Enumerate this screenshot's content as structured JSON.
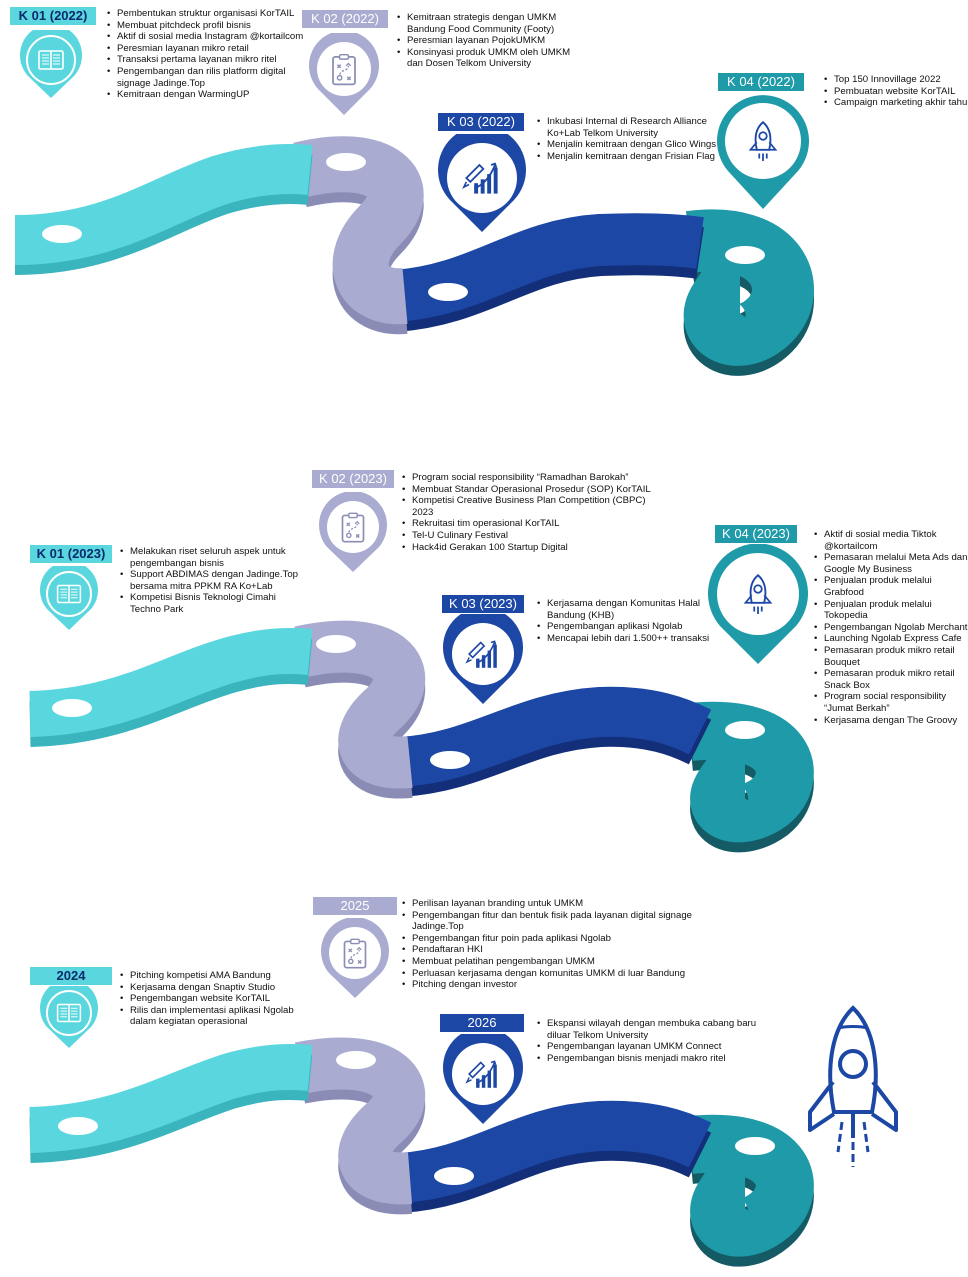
{
  "sections": [
    {
      "k1": {
        "label": "K 01 (2022)",
        "icon": "book-icon",
        "items": [
          "Pembentukan struktur organisasi KorTAIL",
          "Membuat pitchdeck profil bisnis",
          "Aktif di sosial media Instagram @kortailcom",
          "Peresmian layanan mikro retail",
          "Transaksi pertama layanan mikro ritel",
          "Pengembangan dan rilis platform digital signage Jadinge.Top",
          "Kemitraan dengan WarmingUP"
        ]
      },
      "k2": {
        "label": "K 02 (2022)",
        "icon": "strategy-clipboard-icon",
        "items": [
          "Kemitraan strategis dengan UMKM Bandung Food Community (Footy)",
          "Peresmian layanan PojokUMKM",
          "Konsinyasi produk UMKM oleh UMKM dan Dosen Telkom University"
        ]
      },
      "k3": {
        "label": "K 03 (2022)",
        "icon": "rocket-growth-icon",
        "items": [
          "Inkubasi Internal di Research Alliance Ko+Lab Telkom University",
          "Menjalin kemitraan dengan Glico Wings",
          "Menjalin kemitraan dengan Frisian Flag"
        ]
      },
      "k4": {
        "label": "K 04 (2022)",
        "icon": "rocket-icon",
        "items": [
          "Top 150 Innovillage 2022",
          "Pembuatan website KorTAIL",
          "Campaign marketing akhir tahun"
        ]
      }
    },
    {
      "k1": {
        "label": "K 01 (2023)",
        "icon": "book-icon",
        "items": [
          "Melakukan riset seluruh aspek untuk pengembangan bisnis",
          "Support ABDIMAS dengan Jadinge.Top bersama mitra PPKM RA Ko+Lab",
          "Kompetisi Bisnis Teknologi Cimahi Techno Park"
        ]
      },
      "k2": {
        "label": "K 02 (2023)",
        "icon": "strategy-clipboard-icon",
        "items": [
          "Program social responsibility “Ramadhan Barokah”",
          "Membuat Standar Operasional Prosedur (SOP) KorTAIL",
          "Kompetisi Creative Business Plan Competition (CBPC) 2023",
          "Rekruitasi tim operasional KorTAIL",
          "Tel-U Culinary Festival",
          "Hack4id Gerakan 100 Startup Digital"
        ]
      },
      "k3": {
        "label": "K 03 (2023)",
        "icon": "rocket-growth-icon",
        "items": [
          "Kerjasama dengan Komunitas Halal Bandung (KHB)",
          "Pengembangan aplikasi Ngolab",
          "Mencapai lebih dari 1.500++ transaksi"
        ]
      },
      "k4": {
        "label": "K 04 (2023)",
        "icon": "rocket-icon",
        "items": [
          "Aktif di sosial media Tiktok @kortailcom",
          "Pemasaran melalui Meta Ads dan Google My Business",
          "Penjualan produk melalui Grabfood",
          "Penjualan produk melalui Tokopedia",
          "Pengembangan Ngolab Merchant",
          "Launching Ngolab Express Cafe",
          "Pemasaran produk mikro retail Bouquet",
          "Pemasaran produk mikro retail Snack Box",
          "Program social responsibility “Jumat Berkah”",
          "Kerjasama dengan The Groovy"
        ]
      }
    },
    {
      "k1": {
        "label": "2024",
        "icon": "book-icon",
        "items": [
          "Pitching kompetisi AMA Bandung",
          "Kerjasama dengan Snaptiv Studio",
          "Pengembangan website KorTAIL",
          "Rilis dan implementasi aplikasi Ngolab dalam kegiatan operasional"
        ]
      },
      "k2": {
        "label": "2025",
        "icon": "strategy-clipboard-icon",
        "items": [
          "Perilisan layanan branding untuk UMKM",
          "Pengembangan fitur dan bentuk fisik pada layanan digital signage Jadinge.Top",
          "Pengembangan fitur poin pada aplikasi Ngolab",
          "Pendaftaran HKI",
          "Membuat pelatihan pengembangan UMKM",
          "Perluasan kerjasama dengan komunitas UMKM di luar Bandung",
          "Pitching dengan investor"
        ]
      },
      "k3": {
        "label": "2026",
        "icon": "rocket-growth-icon",
        "items": [
          "Ekspansi wilayah dengan membuka cabang baru diluar Telkom University",
          "Pengembangan layanan UMKM Connect",
          "Pengembangan bisnis menjadi makro ritel"
        ]
      },
      "k4": {
        "icon": "rocket-icon"
      }
    }
  ],
  "colors": {
    "k1": "#5ad7de",
    "k2": "#a9abd0",
    "k3": "#1c47a5",
    "k4": "#1f9aa8",
    "k4_dark": "#176f7c",
    "road_edge_k1": "#3ab4bd",
    "road_edge_k2": "#8a8cb6",
    "road_edge_k3": "#142f7a",
    "road_edge_k4": "#145b66"
  }
}
